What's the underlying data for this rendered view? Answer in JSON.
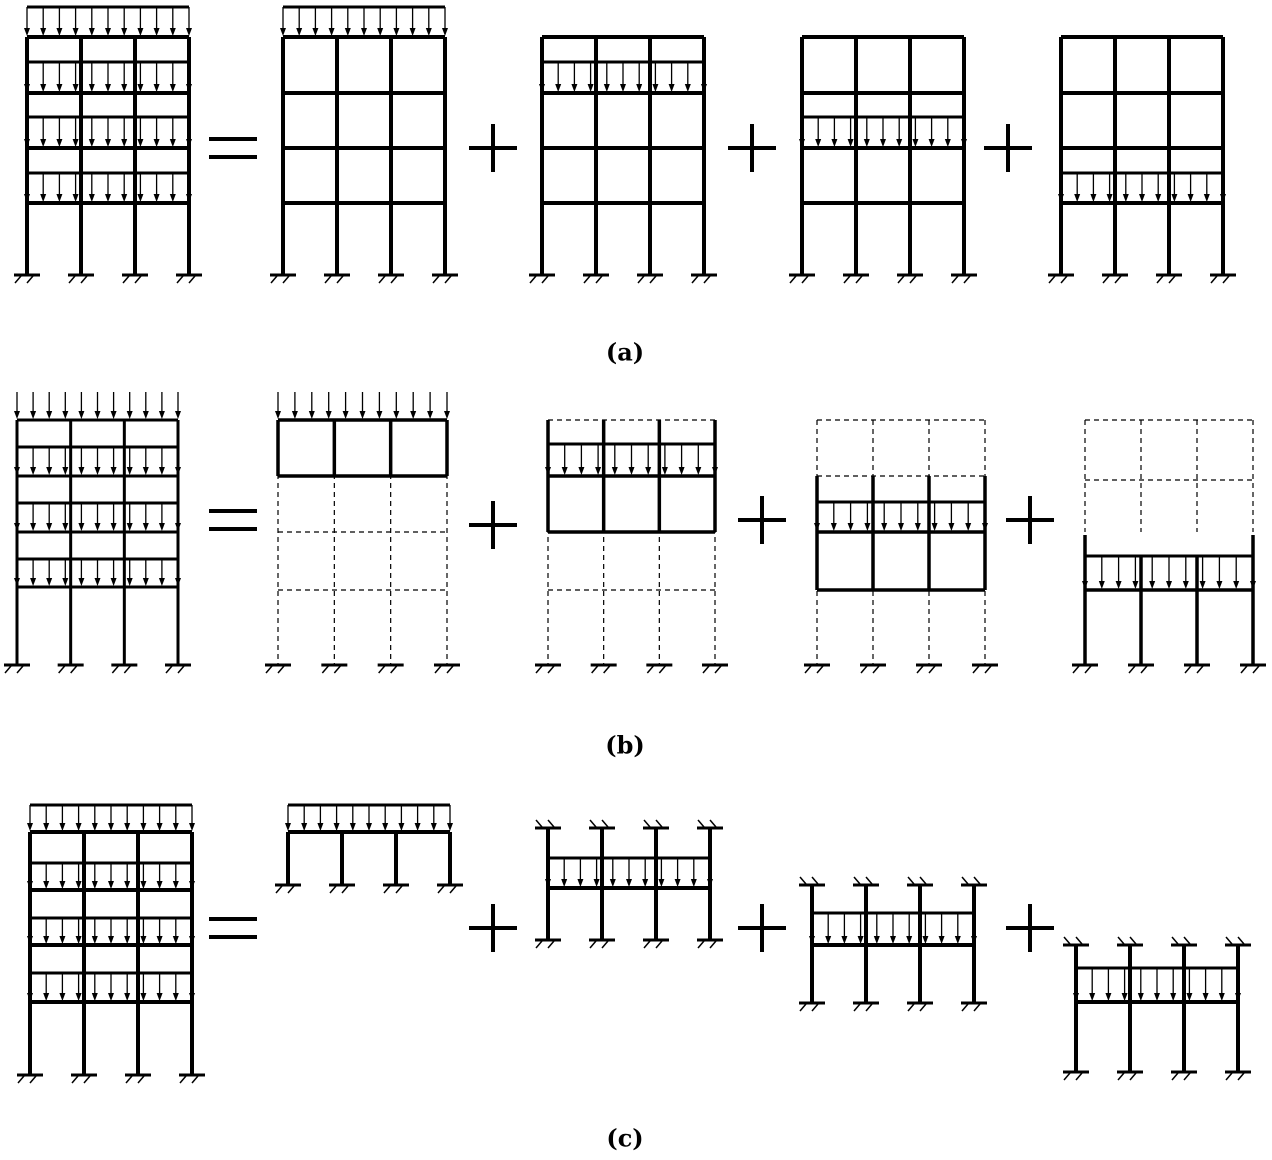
{
  "labels": {
    "a": "(a)",
    "b": "(b)",
    "c": "(c)"
  },
  "operators": {
    "equals": "=",
    "plus": "+"
  },
  "colors": {
    "ink": "#000000",
    "background": "#ffffff"
  }
}
